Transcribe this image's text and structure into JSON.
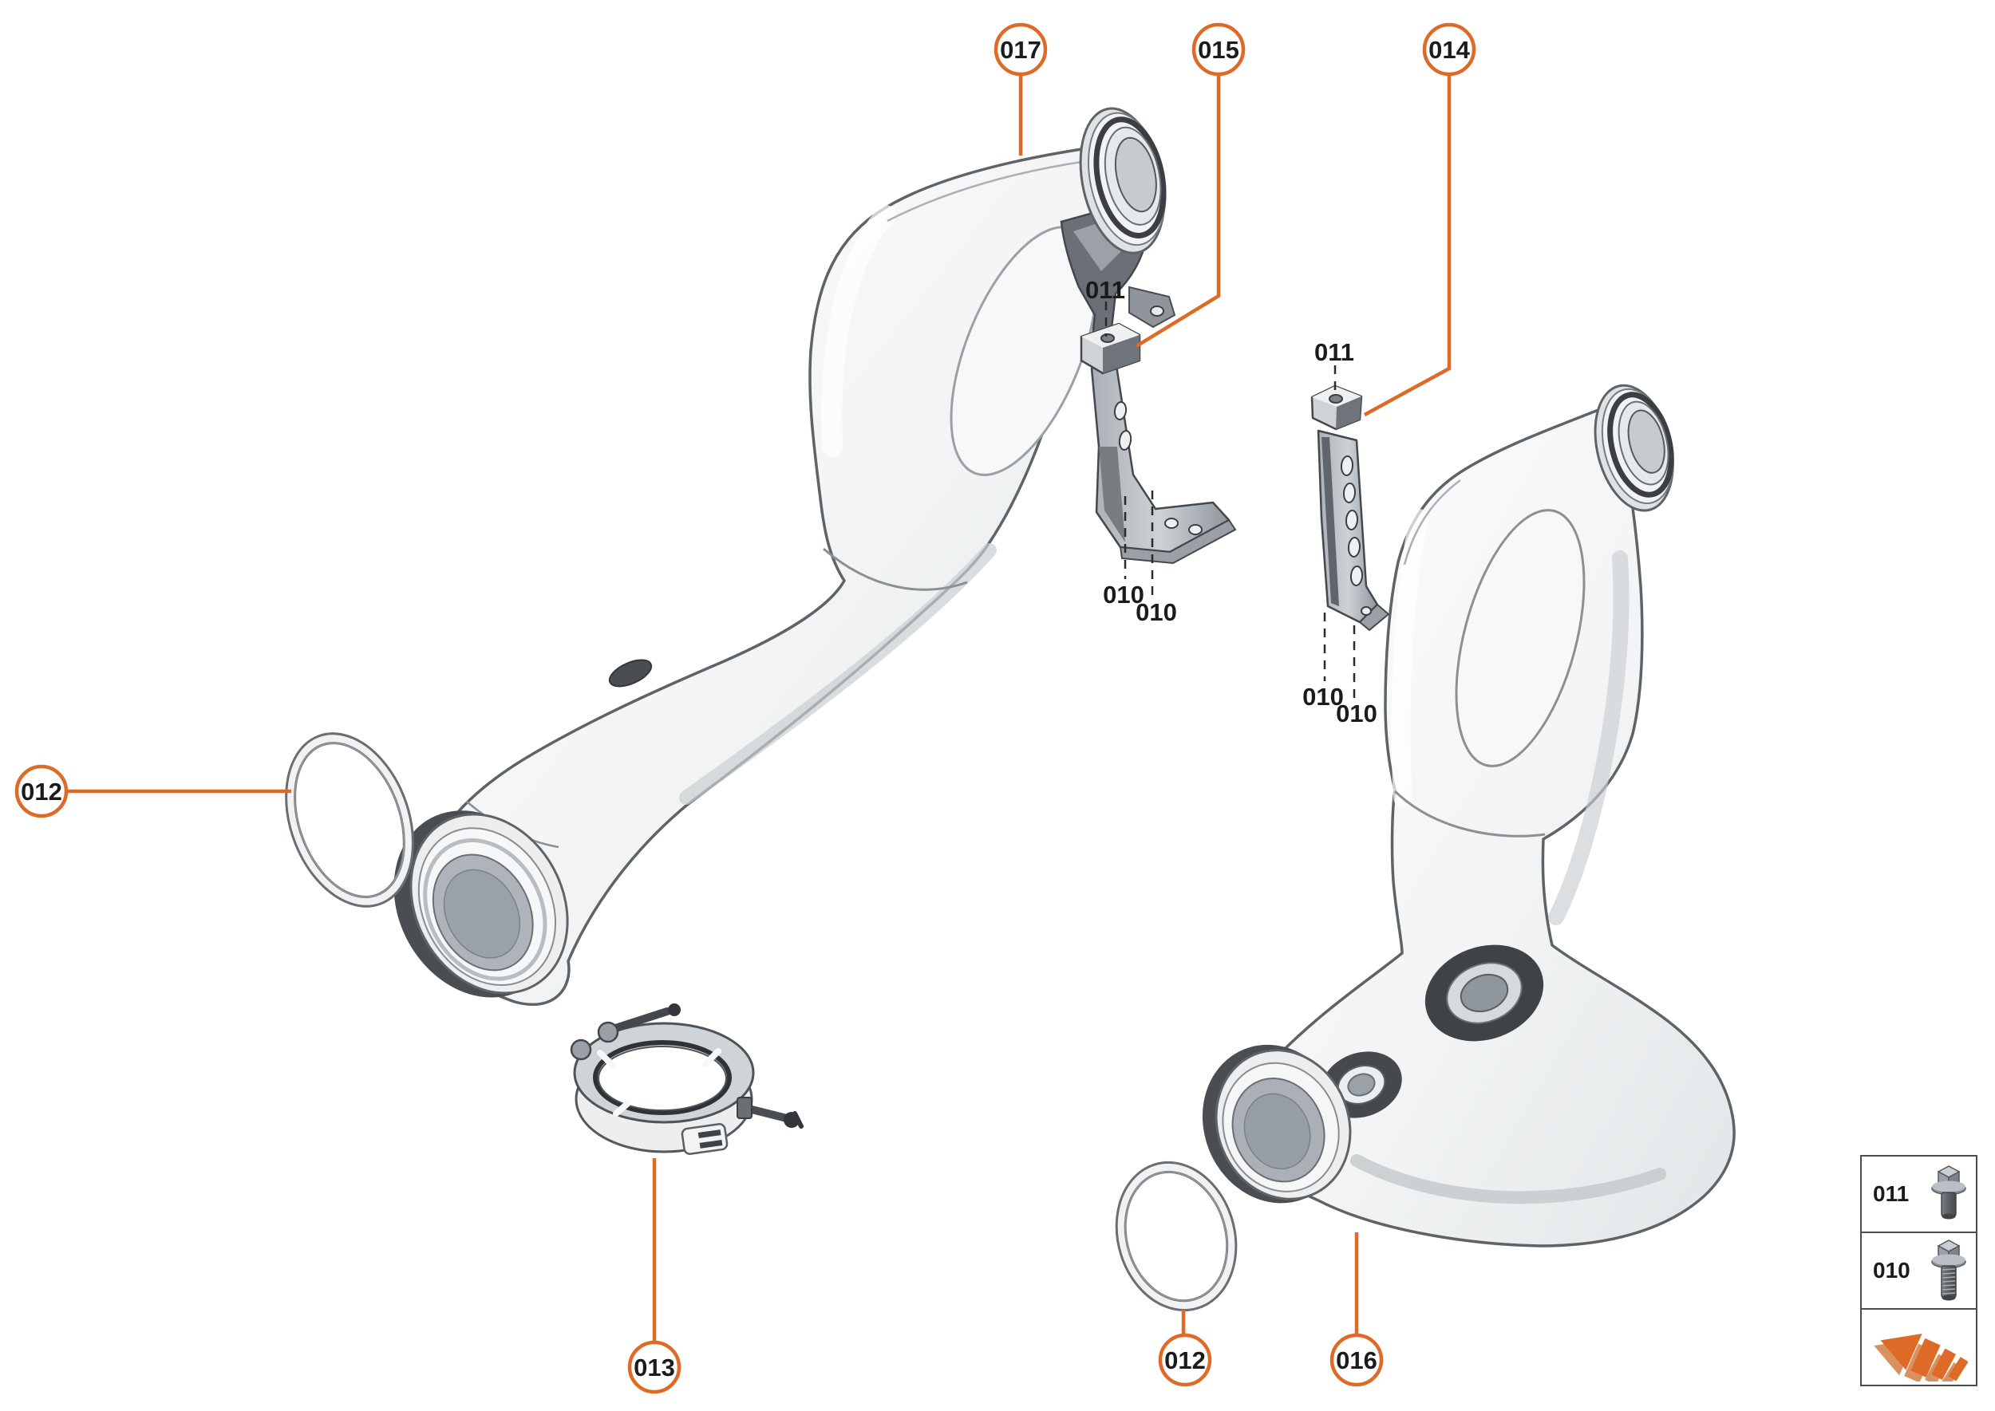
{
  "colors": {
    "accent_orange": "#DE6A27",
    "arrow_shadow_orange": "#D9925F",
    "legend_border_gray": "#4C4C4C",
    "label_black": "#1B1B1B",
    "steel_outline_gray": "#55595E"
  },
  "callouts": {
    "c017": {
      "label": "017"
    },
    "c015": {
      "label": "015"
    },
    "c014": {
      "label": "014"
    },
    "c012_left": {
      "label": "012"
    },
    "c013": {
      "label": "013"
    },
    "c012_bottom": {
      "label": "012"
    },
    "c016": {
      "label": "016"
    }
  },
  "left_bracket": {
    "top_bolt_label": "011",
    "bolt_label_a": "010",
    "bolt_label_b": "010"
  },
  "right_bracket": {
    "top_bolt_label": "011",
    "bolt_label_a": "010",
    "bolt_label_b": "010"
  },
  "legend": {
    "rows": [
      {
        "label": "011",
        "icon": "hex-flange-bolt-short"
      },
      {
        "label": "010",
        "icon": "hex-flange-bolt-threaded"
      }
    ],
    "footer_icon": "direction-of-travel-arrow"
  }
}
